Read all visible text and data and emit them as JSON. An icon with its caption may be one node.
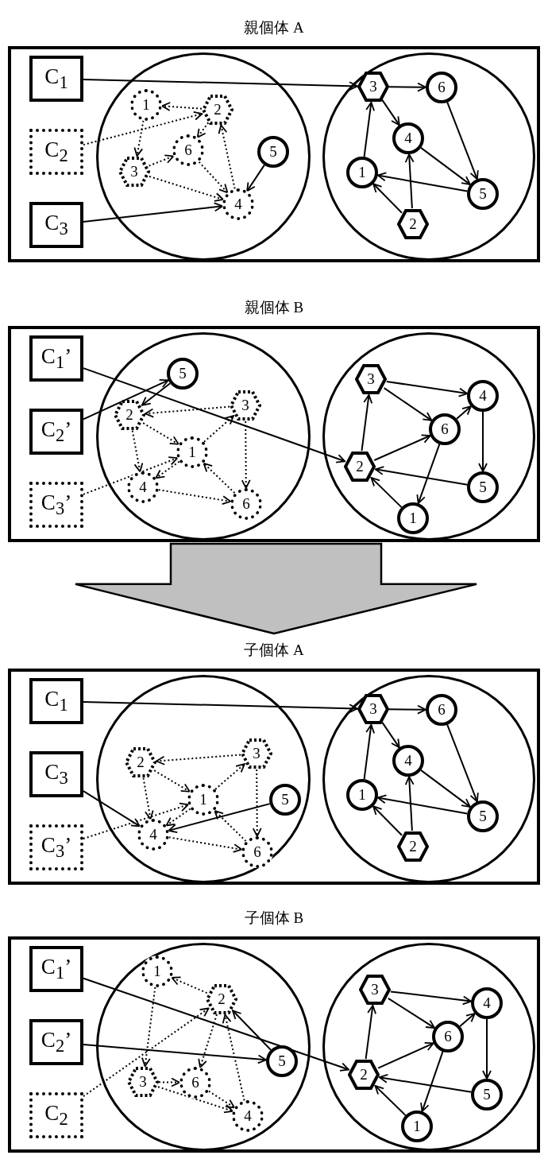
{
  "diagram": {
    "nodes": [
      {
        "text": [
          "親個体 A"
        ]
      },
      {
        "text": [
          "C$_{1}$"
        ],
        "in": 0
      },
      {
        "text": [
          "C$_{2}$"
        ],
        "in": 0
      },
      {
        "text": [
          "C$_{3}$"
        ],
        "in": 0
      },
      {
        "text": [],
        "shape": "circle",
        "in": 0
      },
      {
        "text": [
          "1"
        ],
        "in": 4
      },
      {
        "text": [
          "2"
        ],
        "in": 4
      },
      {
        "text": [
          "3"
        ],
        "in": 4
      },
      {
        "text": [
          "4"
        ],
        "in": 4
      },
      {
        "text": [
          "5"
        ],
        "in": 4
      },
      {
        "text": [
          "6"
        ],
        "in": 4
      },
      {
        "text": [],
        "shape": "circle",
        "in": 0
      },
      {
        "text": [
          "1"
        ],
        "in": 11
      },
      {
        "text": [
          "2"
        ],
        "in": 11
      },
      {
        "text": [
          "3"
        ],
        "in": 11
      },
      {
        "text": [
          "4"
        ],
        "in": 11
      },
      {
        "text": [
          "5"
        ],
        "in": 11
      },
      {
        "text": [
          "6"
        ],
        "in": 11
      },
      {
        "text": [
          "親個体 B"
        ]
      },
      {
        "text": [
          "C$_{1}$’"
        ],
        "in": 18
      },
      {
        "text": [
          "C$_{2}$’"
        ],
        "in": 18
      },
      {
        "text": [
          "C$_{3}$’"
        ],
        "in": 18
      },
      {
        "text": [],
        "shape": "circle",
        "in": 18
      },
      {
        "text": [
          "1"
        ],
        "in": 22
      },
      {
        "text": [
          "2"
        ],
        "in": 22
      },
      {
        "text": [
          "3"
        ],
        "in": 22
      },
      {
        "text": [
          "4"
        ],
        "in": 22
      },
      {
        "text": [
          "5"
        ],
        "in": 22
      },
      {
        "text": [
          "6"
        ],
        "in": 22
      },
      {
        "text": [],
        "shape": "circle",
        "in": 18
      },
      {
        "text": [
          "1"
        ],
        "in": 29
      },
      {
        "text": [
          "2"
        ],
        "in": 29
      },
      {
        "text": [
          "3"
        ],
        "in": 29
      },
      {
        "text": [
          "4"
        ],
        "in": 29
      },
      {
        "text": [
          "5"
        ],
        "in": 29
      },
      {
        "text": [
          "6"
        ],
        "in": 29
      },
      {
        "text": [
          "子個体 A"
        ]
      },
      {
        "text": [
          "C$_{1}$"
        ],
        "in": 36
      },
      {
        "text": [
          "C$_{3}$"
        ],
        "in": 36
      },
      {
        "text": [
          "C$_{3}$’"
        ],
        "in": 36
      },
      {
        "text": [],
        "shape": "circle",
        "in": 36
      },
      {
        "text": [
          "1"
        ],
        "in": 40
      },
      {
        "text": [
          "2"
        ],
        "in": 40
      },
      {
        "text": [
          "3"
        ],
        "in": 40
      },
      {
        "text": [
          "4"
        ],
        "in": 40
      },
      {
        "text": [
          "5"
        ],
        "in": 40
      },
      {
        "text": [
          "6"
        ],
        "in": 40
      },
      {
        "text": [],
        "shape": "circle",
        "in": 36
      },
      {
        "text": [
          "1"
        ],
        "in": 47
      },
      {
        "text": [
          "2"
        ],
        "in": 47
      },
      {
        "text": [
          "3"
        ],
        "in": 47
      },
      {
        "text": [
          "4"
        ],
        "in": 47
      },
      {
        "text": [
          "5"
        ],
        "in": 47
      },
      {
        "text": [
          "6"
        ],
        "in": 47
      },
      {
        "text": [
          "子個体 B"
        ]
      },
      {
        "text": [
          "C$_{1}$’"
        ],
        "in": 54
      },
      {
        "text": [
          "C$_{2}$’"
        ],
        "in": 54
      },
      {
        "text": [
          "C$_{2}$"
        ],
        "in": 54
      },
      {
        "text": [],
        "shape": "circle",
        "in": 54
      },
      {
        "text": [
          "1"
        ],
        "in": 58
      },
      {
        "text": [
          "2"
        ],
        "in": 58
      },
      {
        "text": [
          "3"
        ],
        "in": 58
      },
      {
        "text": [
          "4"
        ],
        "in": 58
      },
      {
        "text": [
          "5"
        ],
        "in": 58
      },
      {
        "text": [
          "6"
        ],
        "in": 58
      },
      {
        "text": [],
        "shape": "circle",
        "in": 54
      },
      {
        "text": [
          "1"
        ],
        "in": 65
      },
      {
        "text": [
          "2"
        ],
        "in": 65
      },
      {
        "text": [
          "3"
        ],
        "in": 65
      },
      {
        "text": [
          "4"
        ],
        "in": 65
      },
      {
        "text": [
          "5"
        ],
        "in": 65
      },
      {
        "text": [
          "6"
        ],
        "in": 65
      }
    ],
    "edges": [
      {
        "from": 1,
        "to": 14,
        "arrow": "to"
      },
      {
        "from": 2,
        "to": 6,
        "arrow": "to",
        "style": "dashed"
      },
      {
        "from": 3,
        "to": 8,
        "arrow": "to"
      },
      {
        "from": 6,
        "to": 5,
        "arrow": "to",
        "style": "dashed"
      },
      {
        "from": 5,
        "to": 7,
        "arrow": "to",
        "style": "dashed"
      },
      {
        "from": 7,
        "to": 10,
        "arrow": "to",
        "style": "dashed"
      },
      {
        "from": 6,
        "to": 10,
        "arrow": "to",
        "style": "dashed"
      },
      {
        "from": 10,
        "to": 8,
        "arrow": "to",
        "style": "dashed"
      },
      {
        "from": 8,
        "to": 6,
        "arrow": "to",
        "style": "dashed"
      },
      {
        "from": 7,
        "to": 8,
        "arrow": "to",
        "style": "dashed"
      },
      {
        "from": 9,
        "to": 8,
        "arrow": "to"
      },
      {
        "from": 14,
        "to": 17,
        "arrow": "to"
      },
      {
        "from": 14,
        "to": 15,
        "arrow": "to"
      },
      {
        "from": 12,
        "to": 14,
        "arrow": "to"
      },
      {
        "from": 17,
        "to": 16,
        "arrow": "to"
      },
      {
        "from": 15,
        "to": 16,
        "arrow": "to"
      },
      {
        "from": 16,
        "to": 12,
        "arrow": "to"
      },
      {
        "from": 13,
        "to": 12,
        "arrow": "to"
      },
      {
        "from": 13,
        "to": 15,
        "arrow": "to"
      },
      {
        "from": 19,
        "to": 31,
        "arrow": "to"
      },
      {
        "from": 20,
        "to": 27,
        "arrow": "to"
      },
      {
        "from": 21,
        "to": 23,
        "arrow": "to",
        "style": "dashed"
      },
      {
        "from": 27,
        "to": 24,
        "arrow": "to"
      },
      {
        "from": 25,
        "to": 24,
        "arrow": "to",
        "style": "dashed"
      },
      {
        "from": 24,
        "to": 23,
        "arrow": "to",
        "style": "dashed"
      },
      {
        "from": 24,
        "to": 26,
        "arrow": "to",
        "style": "dashed"
      },
      {
        "from": 23,
        "to": 25,
        "arrow": "to",
        "style": "dashed"
      },
      {
        "from": 25,
        "to": 28,
        "arrow": "to",
        "style": "dashed"
      },
      {
        "from": 28,
        "to": 23,
        "arrow": "to",
        "style": "dashed"
      },
      {
        "from": 23,
        "to": 26,
        "arrow": "to",
        "style": "dashed"
      },
      {
        "from": 26,
        "to": 28,
        "arrow": "to",
        "style": "dashed"
      },
      {
        "from": 32,
        "to": 33,
        "arrow": "to"
      },
      {
        "from": 32,
        "to": 35,
        "arrow": "to"
      },
      {
        "from": 35,
        "to": 33,
        "arrow": "to"
      },
      {
        "from": 31,
        "to": 35,
        "arrow": "to"
      },
      {
        "from": 31,
        "to": 32,
        "arrow": "to"
      },
      {
        "from": 33,
        "to": 34,
        "arrow": "to"
      },
      {
        "from": 34,
        "to": 31,
        "arrow": "to"
      },
      {
        "from": 35,
        "to": 30,
        "arrow": "to"
      },
      {
        "from": 30,
        "to": 31,
        "arrow": "to"
      },
      {
        "from": 18,
        "to": 36,
        "arrow": "to",
        "style": "thick",
        "color": "#c0c0c0"
      },
      {
        "from": 37,
        "to": 50,
        "arrow": "to"
      },
      {
        "from": 38,
        "to": 44,
        "arrow": "to"
      },
      {
        "from": 39,
        "to": 41,
        "arrow": "to",
        "style": "dashed"
      },
      {
        "from": 45,
        "to": 44,
        "arrow": "to"
      },
      {
        "from": 43,
        "to": 42,
        "arrow": "to",
        "style": "dashed"
      },
      {
        "from": 42,
        "to": 41,
        "arrow": "to",
        "style": "dashed"
      },
      {
        "from": 42,
        "to": 44,
        "arrow": "to",
        "style": "dashed"
      },
      {
        "from": 41,
        "to": 43,
        "arrow": "to",
        "style": "dashed"
      },
      {
        "from": 43,
        "to": 46,
        "arrow": "to",
        "style": "dashed"
      },
      {
        "from": 46,
        "to": 41,
        "arrow": "to",
        "style": "dashed"
      },
      {
        "from": 41,
        "to": 44,
        "arrow": "to",
        "style": "dashed"
      },
      {
        "from": 44,
        "to": 46,
        "arrow": "to",
        "style": "dashed"
      },
      {
        "from": 50,
        "to": 53,
        "arrow": "to"
      },
      {
        "from": 50,
        "to": 51,
        "arrow": "to"
      },
      {
        "from": 48,
        "to": 50,
        "arrow": "to"
      },
      {
        "from": 53,
        "to": 52,
        "arrow": "to"
      },
      {
        "from": 51,
        "to": 52,
        "arrow": "to"
      },
      {
        "from": 52,
        "to": 48,
        "arrow": "to"
      },
      {
        "from": 49,
        "to": 48,
        "arrow": "to"
      },
      {
        "from": 49,
        "to": 51,
        "arrow": "to"
      },
      {
        "from": 55,
        "to": 67,
        "arrow": "to"
      },
      {
        "from": 56,
        "to": 63,
        "arrow": "to"
      },
      {
        "from": 57,
        "to": 60,
        "arrow": "to",
        "style": "dashed"
      },
      {
        "from": 63,
        "to": 60,
        "arrow": "to"
      },
      {
        "from": 60,
        "to": 59,
        "arrow": "to",
        "style": "dashed"
      },
      {
        "from": 59,
        "to": 61,
        "arrow": "to",
        "style": "dashed"
      },
      {
        "from": 61,
        "to": 64,
        "arrow": "to",
        "style": "dashed"
      },
      {
        "from": 60,
        "to": 64,
        "arrow": "to",
        "style": "dashed"
      },
      {
        "from": 64,
        "to": 62,
        "arrow": "to",
        "style": "dashed"
      },
      {
        "from": 62,
        "to": 60,
        "arrow": "to",
        "style": "dashed"
      },
      {
        "from": 61,
        "to": 62,
        "arrow": "to",
        "style": "dashed"
      },
      {
        "from": 68,
        "to": 69,
        "arrow": "to"
      },
      {
        "from": 68,
        "to": 71,
        "arrow": "to"
      },
      {
        "from": 71,
        "to": 69,
        "arrow": "to"
      },
      {
        "from": 67,
        "to": 71,
        "arrow": "to"
      },
      {
        "from": 67,
        "to": 68,
        "arrow": "to"
      },
      {
        "from": 69,
        "to": 70,
        "arrow": "to"
      },
      {
        "from": 70,
        "to": 67,
        "arrow": "to"
      },
      {
        "from": 71,
        "to": 66,
        "arrow": "to"
      },
      {
        "from": 66,
        "to": 67,
        "arrow": "to"
      }
    ]
  }
}
